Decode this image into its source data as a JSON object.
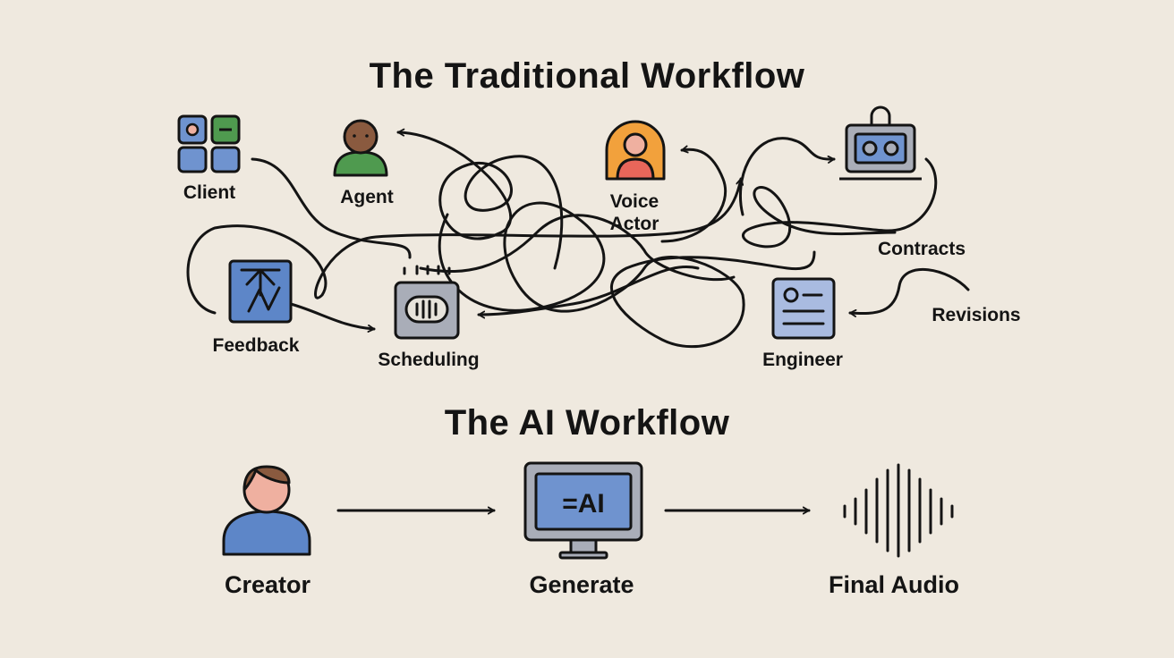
{
  "traditional": {
    "title": "The Traditional Workflow",
    "nodes": {
      "client": "Client",
      "agent": "Agent",
      "voice_actor_line1": "Voice",
      "voice_actor_line2": "Actor",
      "feedback": "Feedback",
      "scheduling": "Scheduling",
      "engineer": "Engineer",
      "contracts": "Contracts",
      "revisions": "Revisions"
    }
  },
  "ai": {
    "title": "The AI Workflow",
    "nodes": {
      "creator": "Creator",
      "generate": "Generate",
      "screen_text": "=AI",
      "final_audio": "Final Audio"
    }
  },
  "colors": {
    "background": "#efe9df",
    "stroke": "#141414",
    "blue": "#6f93cf",
    "green": "#4f9a4f",
    "orange": "#f2a13c",
    "skin": "#efb0a0",
    "gray": "#a9adb8"
  },
  "icons": [
    "app-grid-icon",
    "person-icon",
    "portrait-frame-icon",
    "audio-interface-icon",
    "feedback-board-icon",
    "waveform-box-icon",
    "document-icon",
    "monitor-icon",
    "sound-wave-icon"
  ]
}
